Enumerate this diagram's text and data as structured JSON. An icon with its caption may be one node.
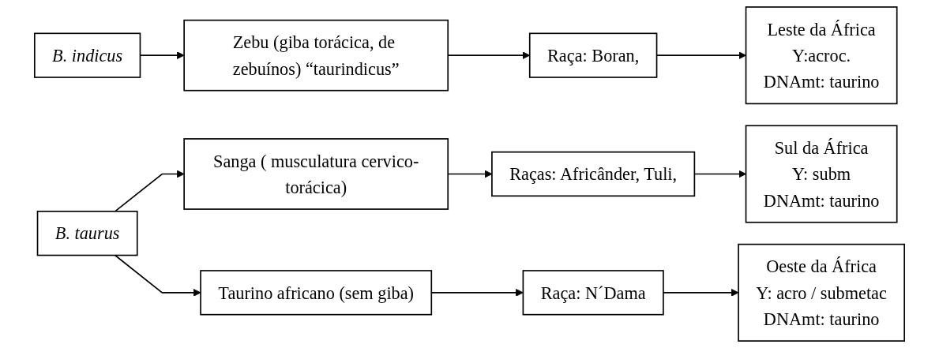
{
  "diagram": {
    "nodes": [
      {
        "text": [
          "B. indicus"
        ]
      },
      {
        "text": [
          "Zebu (giba torácica, de zebuínos) “taurindicus”"
        ]
      },
      {
        "text": [
          "Raça: Boran,"
        ]
      },
      {
        "text": [
          "Leste da África",
          "Y:acroc.",
          "DNAmt: taurino"
        ]
      },
      {
        "text": [
          "Sanga ( musculatura cervico-torácica)"
        ]
      },
      {
        "text": [
          "Raças: Africânder, Tuli,"
        ]
      },
      {
        "text": [
          "Sul da África",
          "Y: subm",
          "DNAmt: taurino"
        ]
      },
      {
        "text": [
          "B. taurus"
        ]
      },
      {
        "text": [
          "Taurino africano (sem giba)"
        ]
      },
      {
        "text": [
          "Raça: N´Dama"
        ]
      },
      {
        "text": [
          "Oeste da África",
          "Y: acro / submetac",
          "DNAmt: taurino"
        ]
      }
    ],
    "edges": [
      {
        "from": 0,
        "to": 1,
        "arrow": "to"
      },
      {
        "from": 1,
        "to": 2,
        "arrow": "to"
      },
      {
        "from": 2,
        "to": 3,
        "arrow": "to"
      },
      {
        "from": 7,
        "to": 4,
        "arrow": "to"
      },
      {
        "from": 7,
        "to": 8,
        "arrow": "to"
      },
      {
        "from": 4,
        "to": 5,
        "arrow": "to"
      },
      {
        "from": 5,
        "to": 6,
        "arrow": "to"
      },
      {
        "from": 8,
        "to": 9,
        "arrow": "to"
      },
      {
        "from": 9,
        "to": 10,
        "arrow": "to"
      }
    ]
  }
}
